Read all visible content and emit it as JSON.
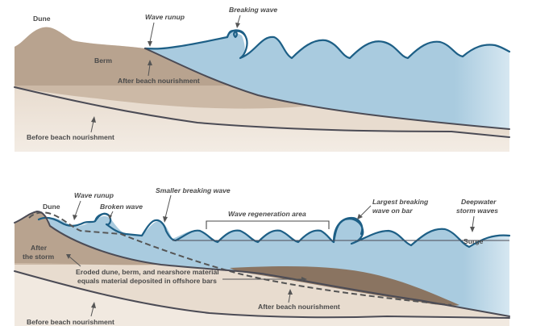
{
  "colors": {
    "dune_sand": "#b8a38f",
    "upper_sand": "#ccb9a6",
    "lower_sand": "#e8dccf",
    "water": "#a9cbdf",
    "water_fade": "#d6e7f1",
    "wave_line": "#1d5f86",
    "profile_line": "#4b4b55",
    "deposit": "#8a7461",
    "label": "#4a4a4a"
  },
  "top_panel": {
    "labels": {
      "dune": "Dune",
      "berm": "Berm",
      "wave_runup": "Wave runup",
      "breaking_wave": "Breaking wave",
      "after_nourishment": "After beach nourishment",
      "before_nourishment": "Before beach nourishment"
    }
  },
  "bottom_panel": {
    "labels": {
      "dune": "Dune",
      "wave_runup": "Wave runup",
      "broken_wave": "Broken wave",
      "smaller_breaking_wave": "Smaller breaking wave",
      "wave_regeneration_area": "Wave regeneration area",
      "largest_breaking_line1": "Largest breaking",
      "largest_breaking_line2": "wave on bar",
      "deepwater_line1": "Deepwater",
      "deepwater_line2": "storm waves",
      "surge": "Surge",
      "after_storm_line1": "After",
      "after_storm_line2": "the storm",
      "eroded_line1": "Eroded dune, berm, and nearshore material",
      "eroded_line2": "equals material deposited in offshore bars",
      "after_nourishment": "After beach nourishment",
      "before_nourishment": "Before beach nourishment"
    }
  }
}
